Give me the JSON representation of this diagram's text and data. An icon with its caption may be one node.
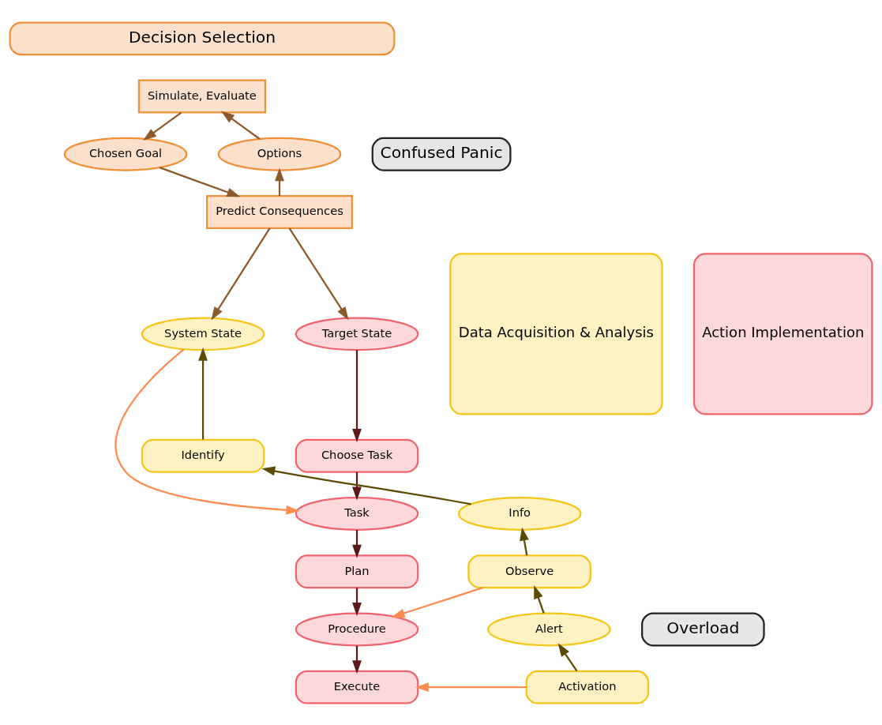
{
  "diagram": {
    "nodes": [
      {
        "text": [
          "Decision Selection"
        ]
      },
      {
        "text": [
          "Simulate, Evaluate"
        ]
      },
      {
        "text": [
          "Options"
        ]
      },
      {
        "text": [
          "Confused Panic"
        ]
      },
      {
        "text": [
          "Chosen Goal"
        ]
      },
      {
        "text": [
          "Predict Consequences"
        ]
      },
      {
        "text": [
          "Data Acquisition & Analysis"
        ]
      },
      {
        "text": [
          "System State"
        ]
      },
      {
        "text": [
          "Target State"
        ]
      },
      {
        "text": [
          "Action Implementation"
        ]
      },
      {
        "text": [
          "Identify"
        ]
      },
      {
        "text": [
          "Choose Task"
        ]
      },
      {
        "text": [
          "Info"
        ]
      },
      {
        "text": [
          "Task"
        ]
      },
      {
        "text": [
          "Observe"
        ]
      },
      {
        "text": [
          "Plan"
        ]
      },
      {
        "text": [
          "Alert"
        ]
      },
      {
        "text": [
          "Procedure"
        ]
      },
      {
        "text": [
          "Overload"
        ]
      },
      {
        "text": [
          "Activation"
        ]
      },
      {
        "text": [
          "Execute"
        ]
      }
    ],
    "edges": [
      {
        "from": 2,
        "to": 1,
        "arrow": "to",
        "color": "#8b5a2b"
      },
      {
        "from": 1,
        "to": 4,
        "arrow": "to",
        "color": "#8b5a2b"
      },
      {
        "from": 4,
        "to": 5,
        "arrow": "to",
        "color": "#8b5a2b"
      },
      {
        "from": 5,
        "to": 2,
        "arrow": "to",
        "color": "#8b5a2b"
      },
      {
        "from": 5,
        "to": 7,
        "arrow": "to",
        "color": "#8b5a2b"
      },
      {
        "from": 5,
        "to": 8,
        "arrow": "to",
        "color": "#8b5a2b"
      },
      {
        "from": 19,
        "to": 16,
        "arrow": "to",
        "color": "#5c4a00"
      },
      {
        "from": 16,
        "to": 14,
        "arrow": "to",
        "color": "#5c4a00"
      },
      {
        "from": 14,
        "to": 12,
        "arrow": "to",
        "color": "#5c4a00"
      },
      {
        "from": 12,
        "to": 10,
        "arrow": "to",
        "color": "#5c4a00"
      },
      {
        "from": 10,
        "to": 7,
        "arrow": "to",
        "color": "#5c4a00"
      },
      {
        "from": 8,
        "to": 11,
        "arrow": "to",
        "color": "#5a1a1a"
      },
      {
        "from": 11,
        "to": 13,
        "arrow": "to",
        "color": "#5a1a1a"
      },
      {
        "from": 13,
        "to": 15,
        "arrow": "to",
        "color": "#5a1a1a"
      },
      {
        "from": 15,
        "to": 17,
        "arrow": "to",
        "color": "#5a1a1a"
      },
      {
        "from": 17,
        "to": 20,
        "arrow": "to",
        "color": "#5a1a1a"
      },
      {
        "from": 7,
        "to": 13,
        "arrow": "to",
        "color": "#ff8c50"
      },
      {
        "from": 14,
        "to": 17,
        "arrow": "to",
        "color": "#ff8c50"
      },
      {
        "from": 19,
        "to": 20,
        "arrow": "to",
        "color": "#ff8c50"
      }
    ]
  }
}
